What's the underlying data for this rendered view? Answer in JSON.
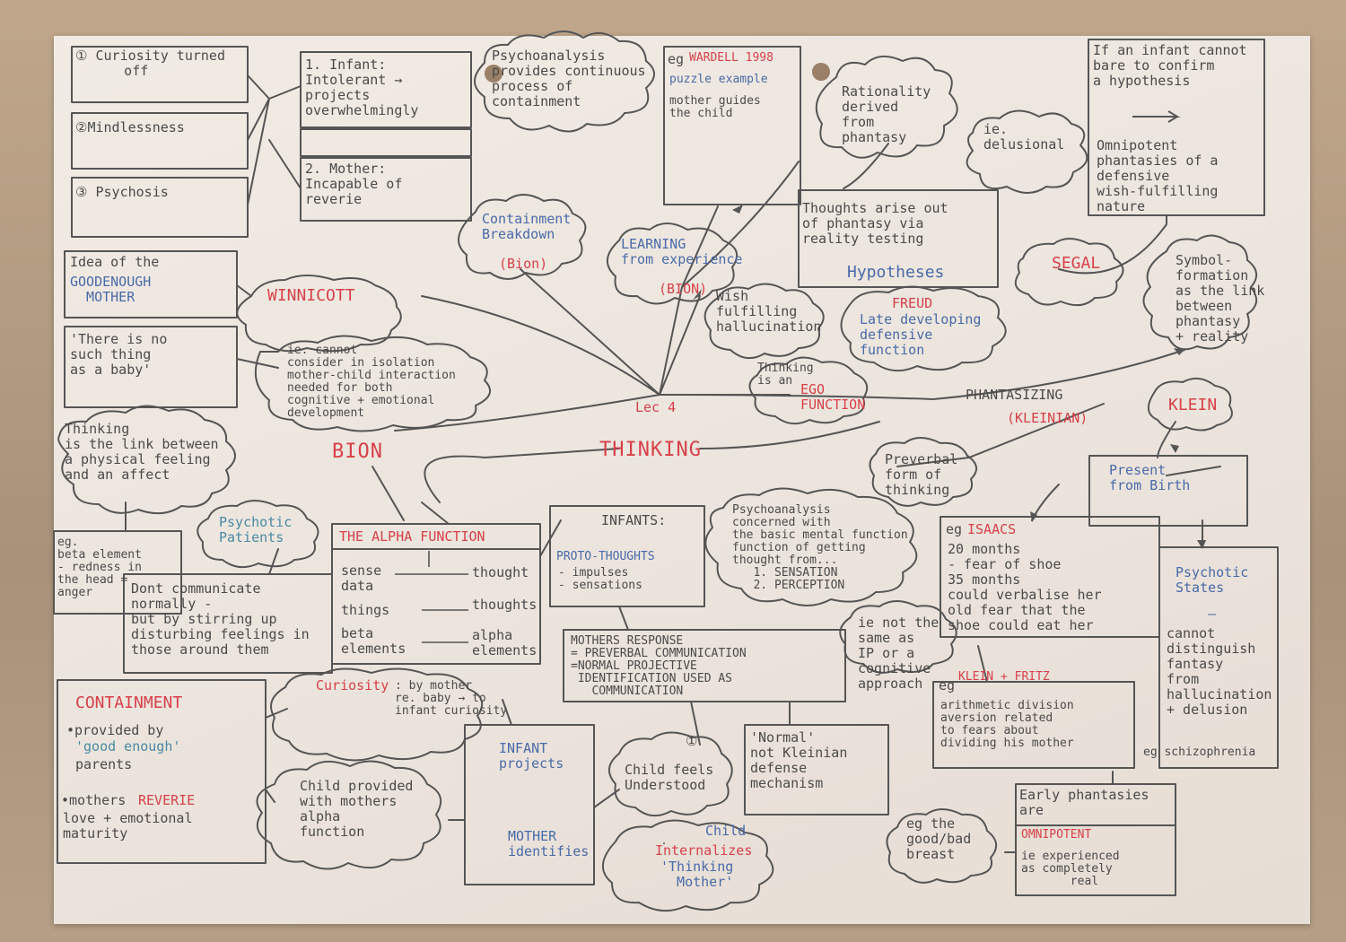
{
  "center": {
    "title": "THINKING",
    "lec": "Lec 4"
  },
  "top_left": {
    "curiosity_off": "① Curiosity turned\n      off",
    "mindlessness": "②Mindlessness",
    "psychosis": "③ Psychosis",
    "infant": "1. Infant:\nIntolerant →\nprojects\noverwhelmingly",
    "mother": "2. Mother:\nIncapable of\nreverie"
  },
  "containment_cloud": "Psychoanalysis\nprovides continuous\nprocess of\ncontainment",
  "containment_breakdown": {
    "text": "Containment\nBreakdown",
    "who": "(Bion)"
  },
  "wardell": {
    "name": "WARDELL 1998",
    "eg": "eg",
    "puzzle": "puzzle example",
    "guides": "mother guides\nthe child"
  },
  "learning": {
    "text": "LEARNING\nfrom experience",
    "who": "(BION)"
  },
  "rationality": "Rationality\nderived\nfrom\nphantasy",
  "delusional": "ie.\ndelusional",
  "omnipotent_box": {
    "top": "If an infant cannot\nbare to confirm\na hypothesis",
    "bottom": "Omnipotent\nphantasies of a\ndefensive\nwish-fulfilling\nnature"
  },
  "thoughts_box": {
    "text": "Thoughts arise out\nof phantasy via\nreality testing",
    "hypotheses": "Hypotheses"
  },
  "segal": "SEGAL",
  "symbol_formation": "Symbol-\nformation\nas the link\nbetween\nphantasy\n+ reality",
  "freud": {
    "name": "FREUD",
    "text": "Late developing\ndefensive\nfunction"
  },
  "wish_fulfilling": "Wish\nfulfilling\nhallucination",
  "ego_function": {
    "pre": "Thinking\nis an",
    "ego": "EGO\nFUNCTION"
  },
  "phantasizing": {
    "text": "PHANTASIZING",
    "who": "(KLEINIAN)"
  },
  "klein": "KLEIN",
  "winnicott": {
    "name": "WINNICOTT",
    "idea_pre": "Idea of the",
    "idea": "GOODENOUGH\n  MOTHER",
    "quote": "'There is no\nsuch thing\nas a baby'",
    "cannot": "ie. cannot\nconsider in isolation\nmother-child interaction\nneeded for both\ncognitive + emotional\ndevelopment"
  },
  "bion": "BION",
  "thinking_link": "Thinking\nis the link between\na physical feeling\nand an affect",
  "beta_element": "eg.\nbeta element\n- redness in\nthe head =\nanger",
  "psychotic_patients": "Psychotic\nPatients",
  "dont_communicate": "Dont communicate\nnormally -\nbut by stirring up\ndisturbing feelings in\nthose around them",
  "alpha_function": {
    "title": "THE ALPHA FUNCTION",
    "rows": [
      {
        "from": "sense\ndata",
        "to": "thought"
      },
      {
        "from": "things",
        "to": "thoughts"
      },
      {
        "from": "beta\nelements",
        "to": "alpha\nelements"
      }
    ]
  },
  "infants_box": {
    "title": "INFANTS:",
    "proto": "PROTO-THOUGHTS",
    "items": "- impulses\n- sensations"
  },
  "preverbal": "Preverbal\nform of\nthinking",
  "psychoanalysis_concerned": "Psychoanalysis\nconcerned with\nthe basic mental function\nfunction of getting\nthought from...\n   1. SENSATION\n   2. PERCEPTION",
  "mothers_response": "MOTHERS RESPONSE\n= PREVERBAL COMMUNICATION\n=NORMAL PROJECTIVE\n IDENTIFICATION USED AS\n   COMMUNICATION",
  "not_same_as_ip": "ie not the\nsame as\nIP or a\ncognitive\napproach",
  "present_from_birth": "Present\nfrom Birth",
  "isaacs": {
    "eg": "eg",
    "name": "ISAACS",
    "text": "20 months\n- fear of shoe\n35 months\ncould verbalise her\nold fear that the\nshoe could eat her"
  },
  "psychotic_states": {
    "title": "Psychotic\nStates",
    "dash": "—",
    "text": "cannot\ndistinguish\nfantasy\nfrom\nhallucination\n+ delusion",
    "eg": "eg schizophrenia"
  },
  "containment": {
    "title": "CONTAINMENT",
    "provided_pre": "•provided by",
    "good_enough": "'good enough'",
    "parents": "parents",
    "mothers": "•mothers",
    "reverie": "REVERIE",
    "love": "love + emotional\nmaturity"
  },
  "curiosity": {
    "word": "Curiosity",
    "rest": ": by mother\nre. baby → to\ninfant curiosity"
  },
  "child_provided": "Child provided\nwith mothers\nalpha\nfunction",
  "infant_projects": "INFANT\nprojects",
  "mother_identifies": "MOTHER\nidentifies",
  "child_feels": {
    "num": "①",
    "text": "Child feels\nUnderstood"
  },
  "child_internalizes": {
    "child": "Child",
    "internalizes": "Internalizes",
    "thinking_mother": "'Thinking\n  Mother'"
  },
  "normal_not_kleinian": "'Normal'\nnot Kleinian\ndefense\nmechanism",
  "klein_fritz": {
    "eg": "eg",
    "name": "KLEIN + FRITZ",
    "text": "arithmetic division\naversion related\nto fears about\ndividing his mother"
  },
  "early_phantasies": {
    "text": "Early phantasies\nare",
    "omnipotent": "OMNIPOTENT",
    "rest": "ie experienced\nas completely\n       real"
  },
  "good_bad_breast": "eg the\ngood/bad\nbreast"
}
